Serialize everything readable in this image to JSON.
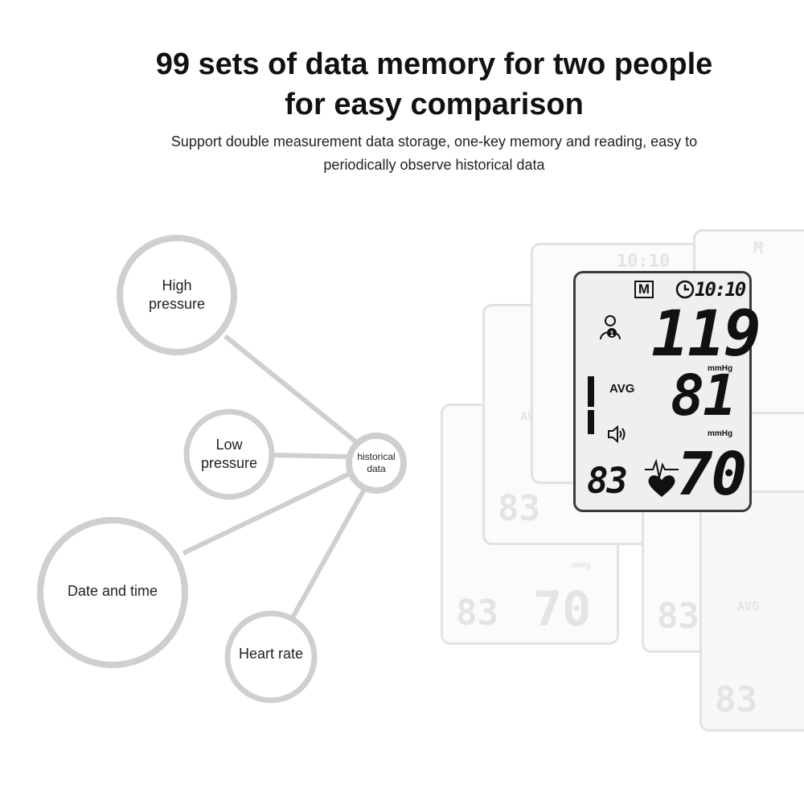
{
  "header": {
    "title_line1": "99 sets of data memory for two people",
    "title_line2": "for easy comparison",
    "subtitle_line1": "Support double measurement data storage, one-key memory and reading, easy to",
    "subtitle_line2": "periodically observe historical data"
  },
  "diagram": {
    "hub": {
      "line1": "historical",
      "line2": "data"
    },
    "nodes": [
      {
        "line1": "High",
        "line2": "pressure"
      },
      {
        "line1": "Low",
        "line2": "pressure"
      },
      {
        "line1": "Date and time",
        "line2": ""
      },
      {
        "line1": "Heart rate",
        "line2": ""
      }
    ]
  },
  "display": {
    "memory_indicator": "M",
    "time": "10:10",
    "systolic": "119",
    "systolic_unit": "mmHg",
    "avg_label": "AVG",
    "diastolic": "81",
    "diastolic_unit": "mmHg",
    "pulse_small": "83",
    "pulse_large": "70"
  },
  "colors": {
    "ring": "#cfcfcf",
    "lcd_background": "#eef0f0",
    "lcd_border": "#3b3b3b",
    "ghost": "#e2e2e2"
  }
}
